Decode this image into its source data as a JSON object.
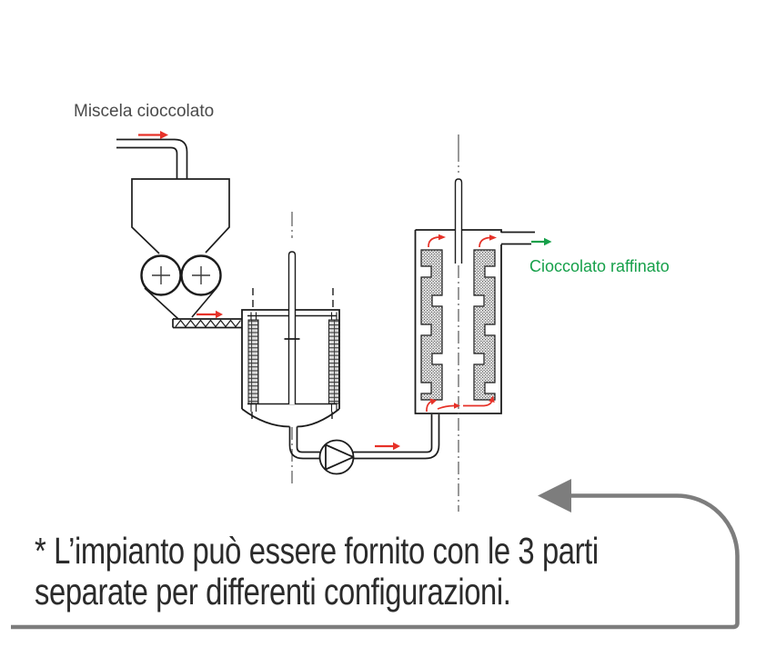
{
  "diagram": {
    "labels": {
      "input_flow": "Miscela cioccolato",
      "output_flow": "Cioccolato raffinato"
    },
    "note": {
      "line1": "* L’impianto può essere fornito con le 3 parti",
      "line2": "separate per differenti configurazioni."
    },
    "colors": {
      "flow_arrow_red": "#e63128",
      "output_green": "#16a04a",
      "line_black": "#1c1c1c",
      "centerline_gray": "#555555",
      "recirculation_arrow_gray": "#7d7d7d",
      "note_text": "#2b2b2b",
      "input_label_gray": "#4a4a4a"
    },
    "components": {
      "feed_pipe": "chocolate-mixture-feed-pipe",
      "hopper": "feed-hopper",
      "rollers": "pre-refining-rollers",
      "conveyor": "screw-conveyor",
      "tank": "mixing-ball-mill-tank",
      "pump": "recirculation-pump",
      "column": "vertical-refiner-column",
      "recirc": "recirculation-loop-arrow"
    }
  }
}
